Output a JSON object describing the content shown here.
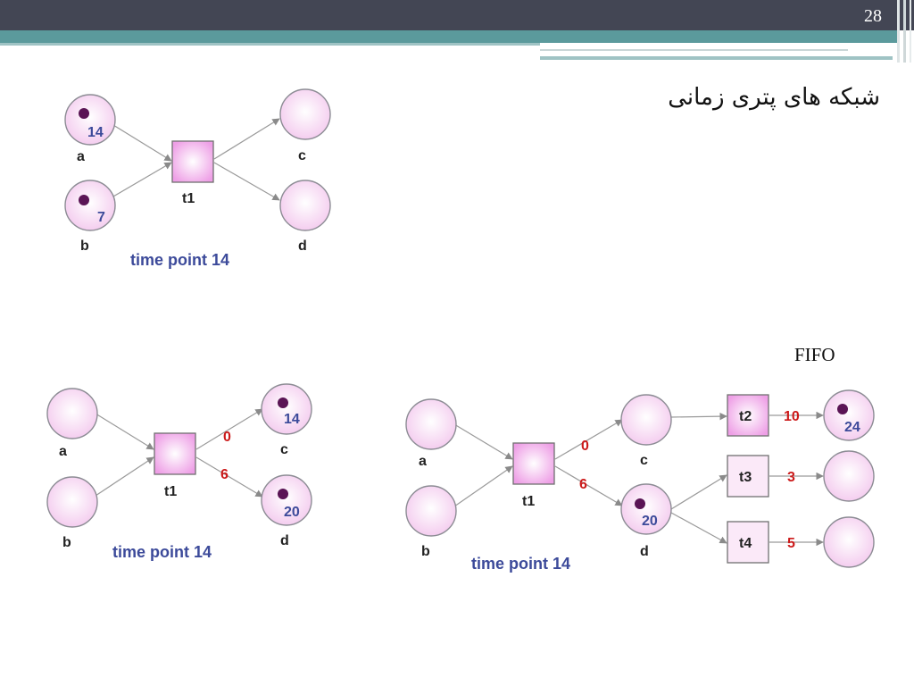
{
  "slide": {
    "number": "28",
    "title": "شبکه های پتری زمانی",
    "note": "FIFO"
  },
  "diagram1": {
    "places": {
      "a": "a",
      "b": "b",
      "c": "c",
      "d": "d"
    },
    "transition": "t1",
    "tokens": {
      "a": "14",
      "b": "7"
    },
    "time_point": "time point 14"
  },
  "diagram2": {
    "places": {
      "a": "a",
      "b": "b",
      "c": "c",
      "d": "d"
    },
    "transition": "t1",
    "delays": {
      "c": "0",
      "d": "6"
    },
    "tokens": {
      "c": "14",
      "d": "20"
    },
    "time_point": "time point 14"
  },
  "diagram3": {
    "places": {
      "a": "a",
      "b": "b",
      "c": "c",
      "d": "d"
    },
    "transitions": {
      "t1": "t1",
      "t2": "t2",
      "t3": "t3",
      "t4": "t4"
    },
    "delays": {
      "c": "0",
      "d": "6",
      "t2": "10",
      "t3": "3",
      "t4": "5"
    },
    "tokens": {
      "d": "20",
      "out2": "24"
    },
    "time_point": "time point 14"
  },
  "colors": {
    "header": "#434654",
    "teal": "#5b9a9c",
    "place_fill": "#f6d8f2",
    "token": "#5a1555",
    "number": "#3c4a9a",
    "delay": "#cc1a1a"
  }
}
